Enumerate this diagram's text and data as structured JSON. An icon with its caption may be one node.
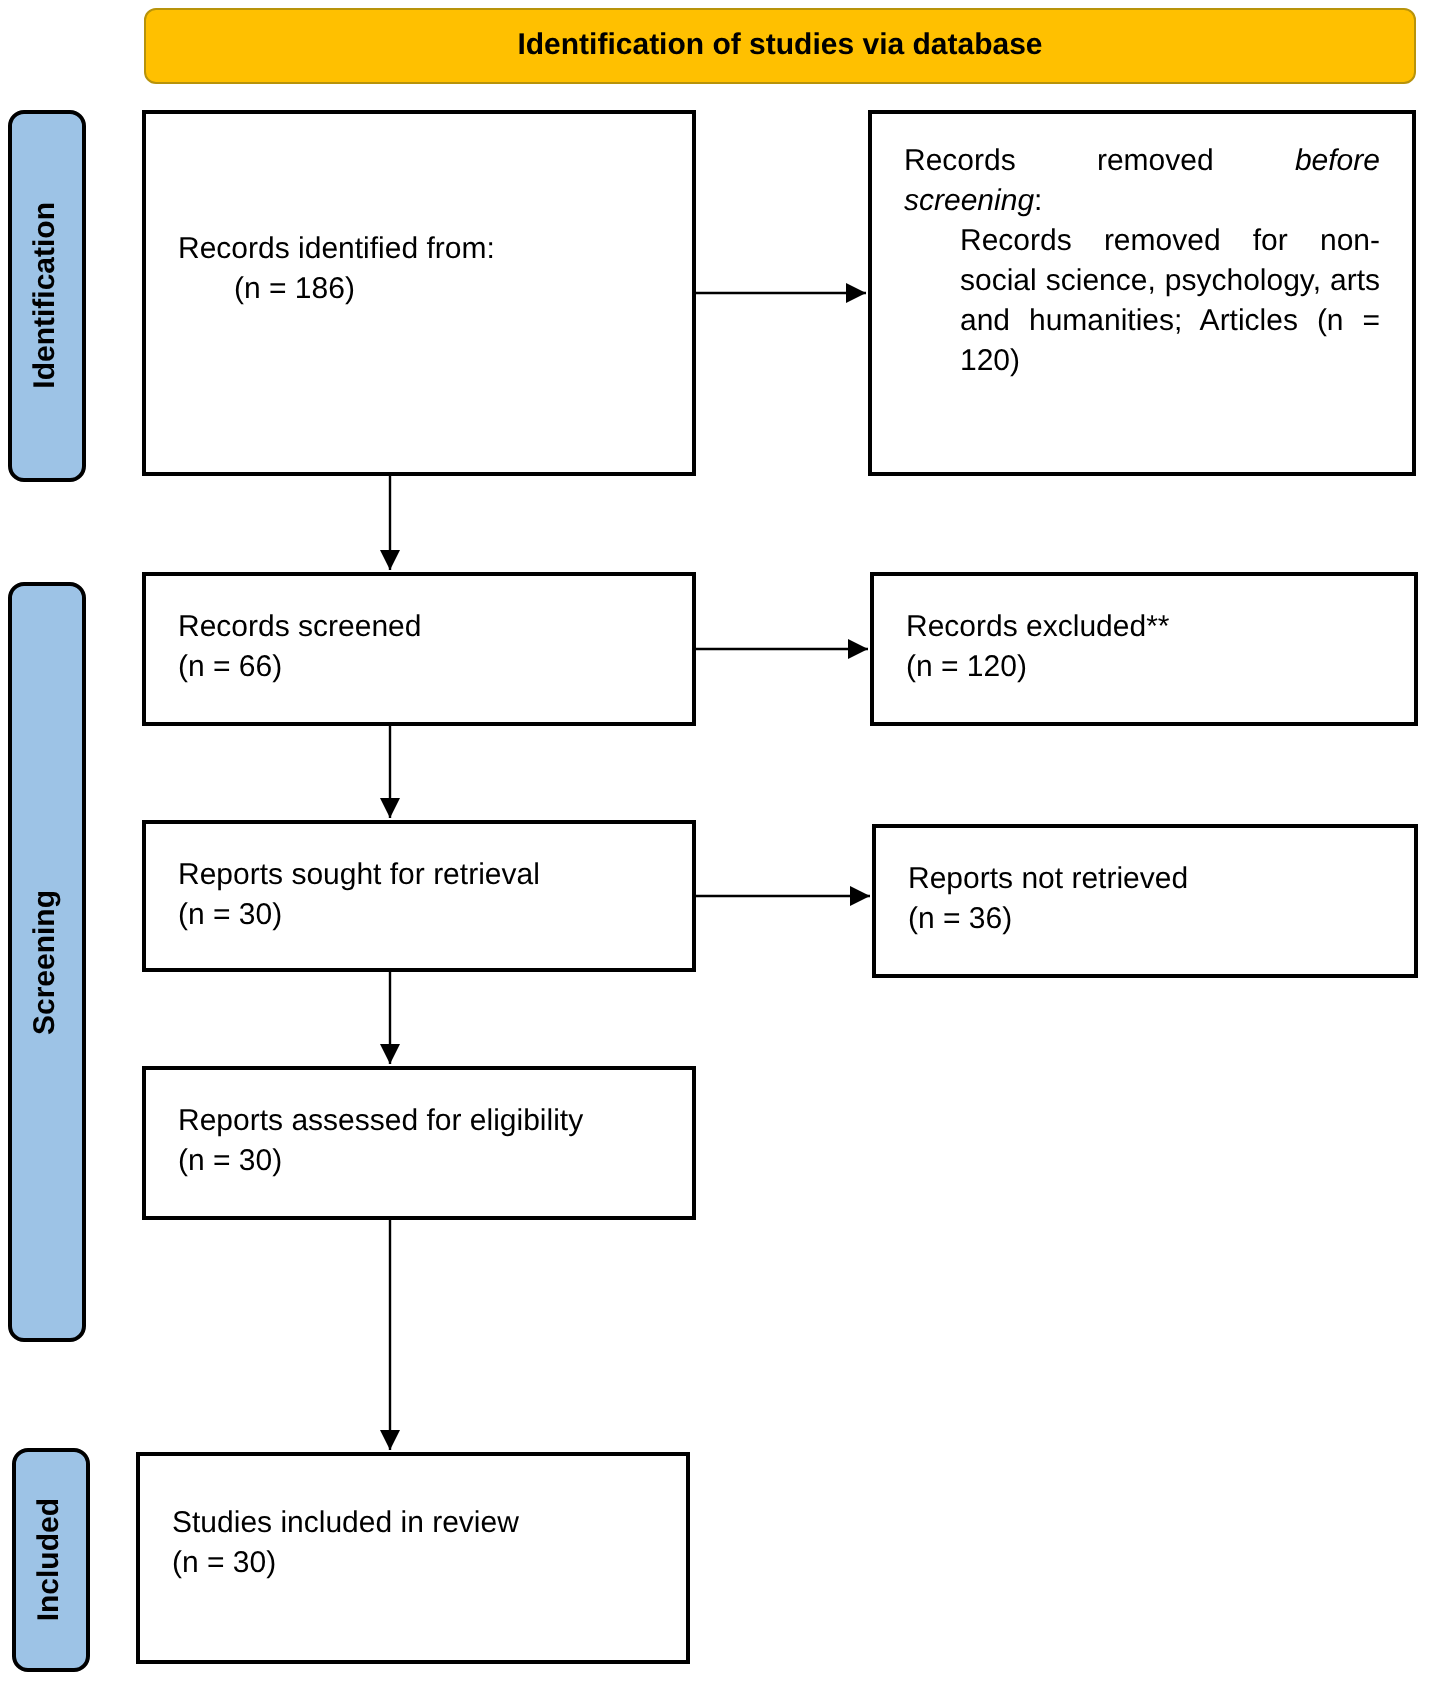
{
  "diagram": {
    "nodes": [
      {
        "text": [
          "Identification of studies via database"
        ]
      },
      {
        "text": [
          "Identification"
        ]
      },
      {
        "text": [
          "Screening"
        ]
      },
      {
        "text": [
          "Included"
        ]
      },
      {
        "text": [
          "Records identified from:",
          "(n = 186)"
        ]
      },
      {
        "text": [
          "Records removed *before screening*:",
          "Records removed for non-social science, psychology, arts and humanities; Articles (n = 120)"
        ]
      },
      {
        "text": [
          "Records screened",
          "(n = 66)"
        ]
      },
      {
        "text": [
          "Records excluded**",
          "(n = 120)"
        ]
      },
      {
        "text": [
          "Reports sought for retrieval",
          "(n = 30)"
        ]
      },
      {
        "text": [
          "Reports not retrieved",
          "(n = 36)"
        ]
      },
      {
        "text": [
          "Reports assessed for eligibility",
          "(n = 30)"
        ]
      },
      {
        "text": [
          "Studies included in review",
          "(n = 30)"
        ]
      }
    ],
    "edges": [
      {
        "from": 4,
        "to": 5,
        "arrow": "to"
      },
      {
        "from": 4,
        "to": 6,
        "arrow": "to"
      },
      {
        "from": 6,
        "to": 7,
        "arrow": "to"
      },
      {
        "from": 6,
        "to": 8,
        "arrow": "to"
      },
      {
        "from": 8,
        "to": 9,
        "arrow": "to"
      },
      {
        "from": 8,
        "to": 10,
        "arrow": "to"
      },
      {
        "from": 10,
        "to": 11,
        "arrow": "to"
      }
    ]
  }
}
